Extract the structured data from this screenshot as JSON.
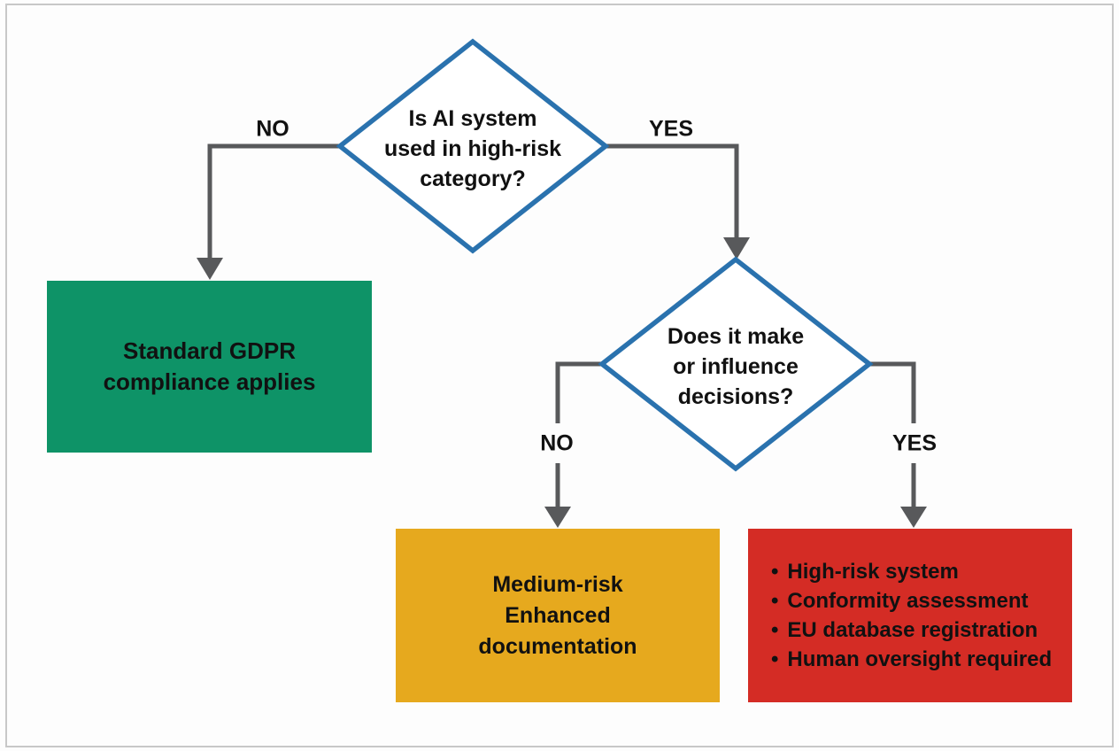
{
  "colors": {
    "background": "#fdfdfd",
    "frame_border": "#c8c8c8",
    "connector": "#58595b",
    "diamond_border": "#2a72ae",
    "diamond_fill": "#ffffff",
    "green_box": "#0e9367",
    "yellow_box": "#e6a91e",
    "red_box": "#d42c25",
    "text": "#111111"
  },
  "flowchart": {
    "decision1": {
      "question": "Is AI system\nused in high-risk\ncategory?",
      "no_label": "NO",
      "yes_label": "YES"
    },
    "decision2": {
      "question": "Does it make\nor influence\ndecisions?",
      "no_label": "NO",
      "yes_label": "YES"
    },
    "outcome_standard": {
      "text": "Standard GDPR\ncompliance applies"
    },
    "outcome_medium": {
      "text": "Medium-risk\nEnhanced\ndocumentation"
    },
    "outcome_high": {
      "bullet": "•",
      "items": [
        "High-risk system",
        "Conformity assessment",
        "EU database registration",
        "Human oversight required"
      ]
    }
  }
}
